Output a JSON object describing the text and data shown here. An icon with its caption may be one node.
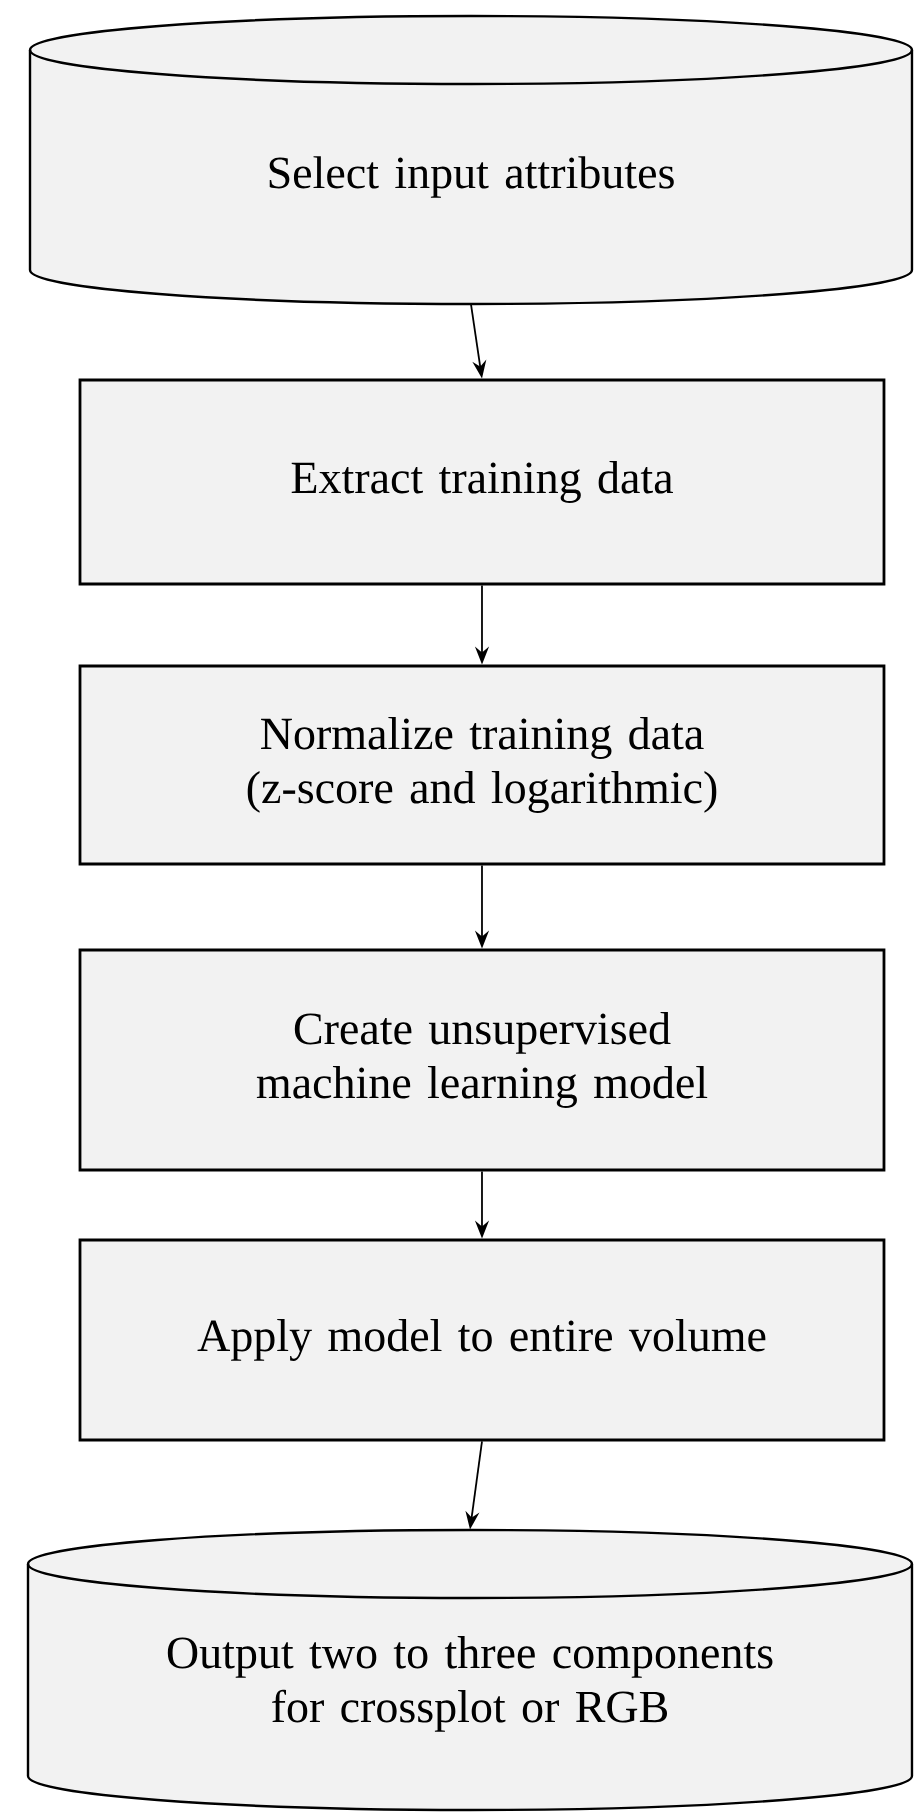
{
  "diagram": {
    "nodes": [
      {
        "text": [
          "Select input attributes"
        ]
      },
      {
        "text": [
          "Extract training data"
        ]
      },
      {
        "text": [
          "Normalize training data (z-score and logarithmic)"
        ]
      },
      {
        "text": [
          "Create unsupervised machine learning model"
        ]
      },
      {
        "text": [
          "Apply model to entire volume"
        ]
      },
      {
        "text": [
          "Output two to three components for crossplot or RGB"
        ]
      }
    ],
    "edges": [
      {
        "from": 0,
        "to": 1,
        "arrow": "to"
      },
      {
        "from": 1,
        "to": 2,
        "arrow": "to"
      },
      {
        "from": 2,
        "to": 3,
        "arrow": "to"
      },
      {
        "from": 3,
        "to": 4,
        "arrow": "to"
      },
      {
        "from": 4,
        "to": 5,
        "arrow": "to"
      }
    ]
  }
}
